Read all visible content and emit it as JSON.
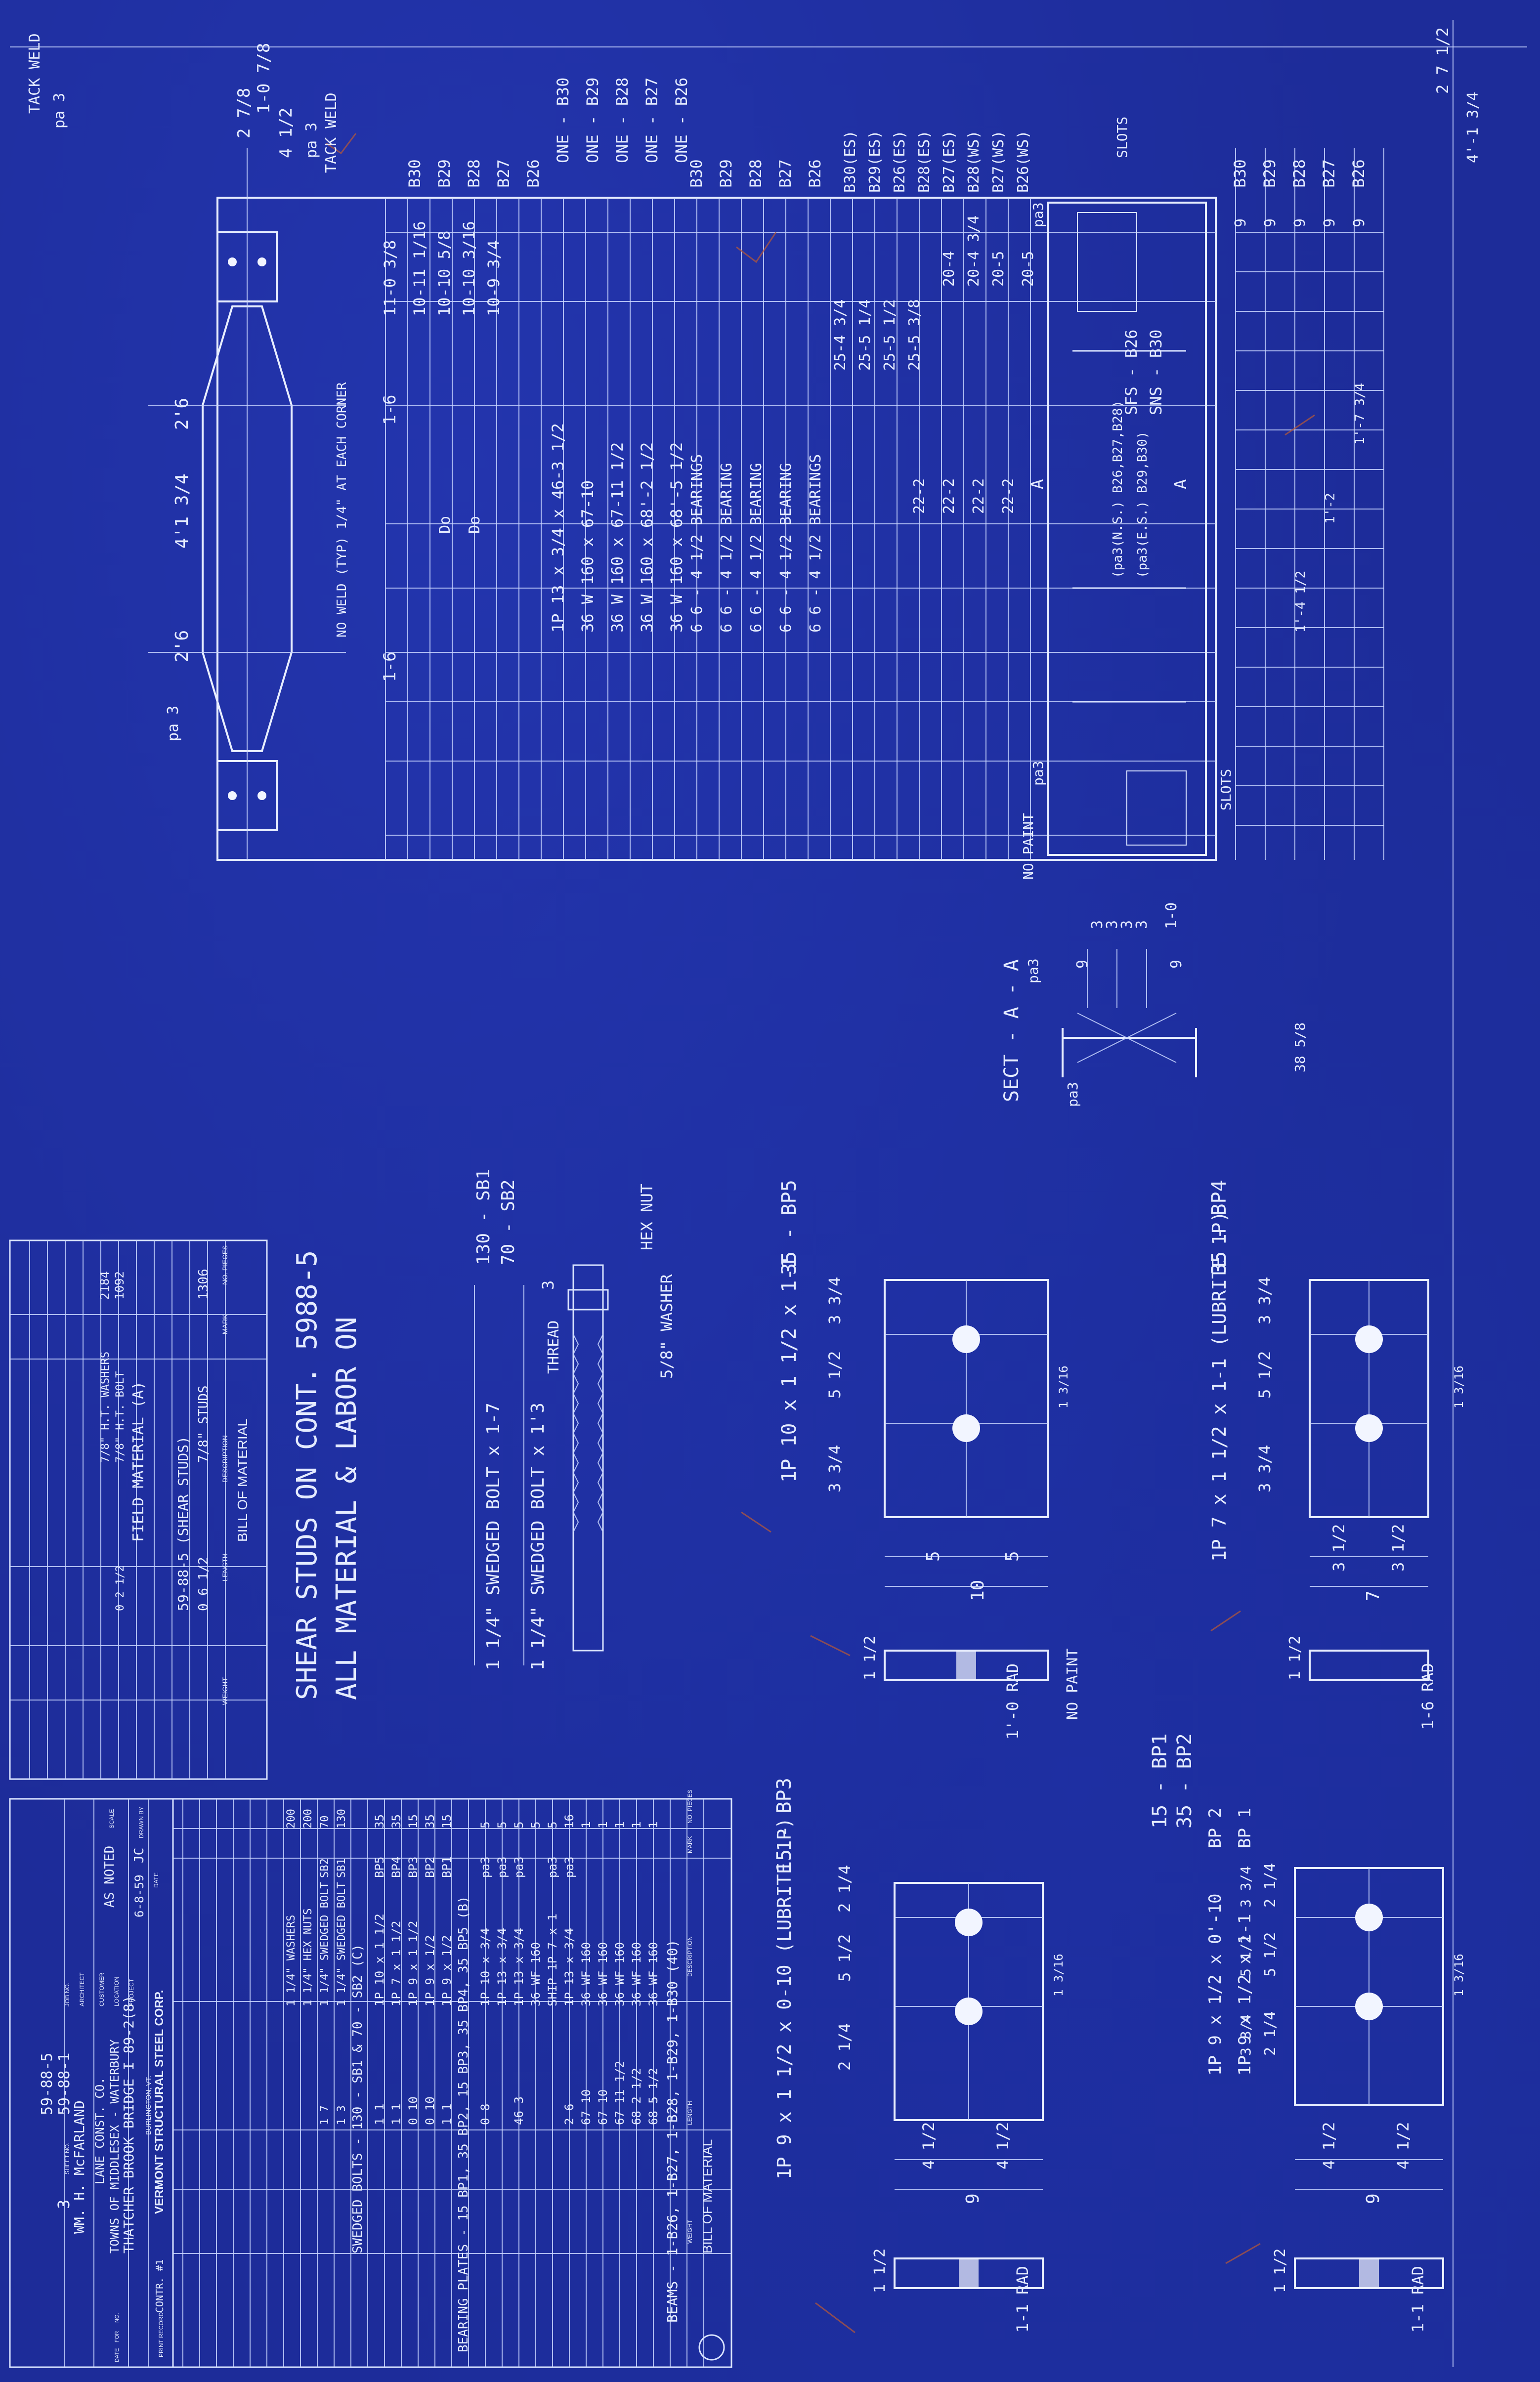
{
  "colors": {
    "paper": "#1d2c99",
    "line": "#e4ebff",
    "pencil": "#b0573c"
  },
  "beam_detail": {
    "top_dims": [
      "1-0 7/8",
      "2 7/8",
      "4 1/2"
    ],
    "left_labels": [
      "TACK WELD",
      "pa 3",
      "pa 3",
      "TACK WELD",
      "pa 3"
    ],
    "pa3": "pa3",
    "dim_26": "2'6",
    "dim_413": "4'1 3/4",
    "dim_16": "1-6",
    "no_weld_note": "NO WELD (TYP) 1/4\" AT EACH CORNER",
    "marks_left": [
      "B26",
      "B27",
      "B28",
      "B29",
      "B30"
    ],
    "marks_one": [
      "ONE - B26",
      "ONE - B27",
      "ONE - B28",
      "ONE - B29",
      "ONE - B30"
    ],
    "marks_mid": [
      "B26",
      "B27",
      "B28",
      "B29",
      "B30"
    ],
    "marks_mk": [
      "B26(WS)",
      "B27(WS)",
      "B28(WS)",
      "B27(ES)",
      "B28(ES)",
      "B26(ES)",
      "B29(ES)",
      "B30(ES)"
    ],
    "lengths_top": [
      "11-0 3/8",
      "10-11 1/16",
      "10-10 5/8",
      "10-10 3/16",
      "10-9 3/4"
    ],
    "sections": [
      "36 W 160 x 68'-5 1/2",
      "36 W 160 x 68'-2 1/2",
      "36 W 160 x 67-11 1/2",
      "36 W 160 x 67-10",
      "1P 13 x 3/4 x 46-3 1/2"
    ],
    "bearings": [
      "6 6 - 4  1/2 BEARINGS",
      "6 6 - 4  1/2 BEARING",
      "6 6 - 4 1/2 BEARING",
      "6 6 - 4  1/2 BEARING",
      "6 6 - 4 1/2 BEARINGS"
    ],
    "dim_205": [
      "20-5",
      "20-5",
      "20-4 3/4",
      "20-4"
    ],
    "dim_255": [
      "25-5 3/8",
      "25-5 1/2",
      "25-5 1/4",
      "25-4 3/4"
    ],
    "dim_222": [
      "22-2",
      "22-2",
      "22-2",
      "22-2"
    ],
    "dim_do": "Do",
    "split_labels": [
      "SFS - B26",
      "SNS - B30"
    ],
    "split_notes": [
      "(pa3(N.S.) B26,B27,B28)",
      "(pa3(E.S.) B29,B30)"
    ],
    "sect_label": "A",
    "no_paint": "NO PAINT",
    "slots": "SLOTS",
    "right_cols": [
      "B26",
      "B27",
      "B28",
      "B29",
      "B30"
    ],
    "right_nine": [
      "9",
      "9",
      "9",
      "9",
      "9"
    ],
    "right_top": [
      "2 7 1/2",
      "4'-1 3/4"
    ],
    "right_vals": [
      "1'-7 3/4",
      "1'-2",
      "1'-4 1/2"
    ]
  },
  "section_aa": {
    "title": "SECT - A - A",
    "dims": [
      "3",
      "3",
      "3",
      "3",
      "1-0"
    ],
    "nine": [
      "9",
      "9"
    ],
    "label_pa3": [
      "pa3",
      "pa3"
    ],
    "side": "38 5/8"
  },
  "plates": {
    "bp5": {
      "label": "35 - BP5",
      "desc": "1P 10 x 1 1/2 x 1-1",
      "dims": [
        "3 3/4",
        "5 1/2",
        "3 3/4"
      ],
      "bottom_dims": [
        "5",
        "5",
        "10"
      ],
      "thick": "1 1/2",
      "rad": "1'-0 RAD",
      "note": "NO PAINT",
      "hole": "1 3/16"
    },
    "bp4": {
      "label": "35 - BP4",
      "desc": "1P 7 x 1 1/2 x 1-1 (LUBRITE 1P)",
      "dims": [
        "3 3/4",
        "5 1/2",
        "3 3/4"
      ],
      "bottom_dims": [
        "3 1/2",
        "3 1/2",
        "7"
      ],
      "thick": "1 1/2",
      "rad": "1-6 RAD",
      "hole": "1 3/16"
    },
    "bp3": {
      "label": "15 - BP3",
      "desc": "1P 9 x 1 1/2 x 0-10 (LUBRITE 1P)",
      "dims": [
        "2 1/4",
        "5 1/2",
        "2 1/4"
      ],
      "bottom_dims": [
        "4 1/2",
        "4 1/2",
        "9"
      ],
      "thick": "1 1/2",
      "rad": "1-1 RAD",
      "hole": "1 3/16"
    },
    "bp12": {
      "label_a": "15 - BP1",
      "label_b": "35 - BP2",
      "rows": [
        "BP 1",
        "BP 2"
      ],
      "desc": "1P 9 x 1/2 x 1-1",
      "desc_b": "1P 9 x 1/2 x 0'-10",
      "dims": [
        "2 1/4",
        "5 1/2",
        "2 1/4"
      ],
      "dims_b": [
        "3 3/4",
        "5 1/2",
        "3 3/4"
      ],
      "bottom_dims": [
        "4 1/2",
        "4 1/2",
        "9"
      ],
      "thick": "1 1/2",
      "rad": "1-1 RAD",
      "hole": "1 3/16"
    }
  },
  "stud": {
    "hex_nut": "HEX NUT",
    "washer": "5/8\" WASHER",
    "thread": "THREAD",
    "thread_len": "3",
    "bolt_a": "1 1/4\" SWEDGED BOLT x 1'3",
    "bolt_b": "1 1/4\" SWEDGED BOLT x 1-7",
    "mark_a": "130 - SB1",
    "mark_b": "70 - SB2"
  },
  "note": {
    "line1": "ALL MATERIAL & LABOR ON",
    "line2": "SHEAR STUDS ON CONT. 5988-5"
  },
  "bom_small": {
    "header": "BILL OF MATERIAL",
    "cols": [
      "NO. PIECES",
      "MARK",
      "DESCRIPTION",
      "LENGTH",
      "WEIGHT"
    ],
    "rows": [
      {
        "pcs": "1306",
        "mark": "",
        "desc": "7/8\" STUDS",
        "len": "0 6 1/2"
      },
      {
        "pcs": "",
        "mark": "",
        "desc": "59-88-5 (SHEAR STUDS)",
        "len": ""
      },
      {
        "pcs": "",
        "mark": "",
        "desc": "FIELD MATERIAL (A)",
        "len": ""
      },
      {
        "pcs": "1092",
        "mark": "",
        "desc": "7/8\" H.T. BOLT",
        "len": "0 2 1/2"
      },
      {
        "pcs": "2184",
        "mark": "",
        "desc": "7/8\" H.T. WASHERS",
        "len": ""
      }
    ]
  },
  "bom_main": {
    "header": "BILL OF MATERIAL",
    "cols": [
      "NO. PIECES",
      "MARK",
      "DESCRIPTION",
      "LENGTH",
      "WEIGHT"
    ],
    "title_row": "BEAMS - 1-B26, 1-B27, 1-B28, 1-B29, 1-B30 (40)",
    "rows": [
      {
        "pcs": "1",
        "mark": "",
        "desc": "36 WF 160",
        "len": "68 5 1/2"
      },
      {
        "pcs": "1",
        "mark": "",
        "desc": "36 WF 160",
        "len": "68 2 1/2"
      },
      {
        "pcs": "1",
        "mark": "",
        "desc": "36 WF 160",
        "len": "67 11 1/2"
      },
      {
        "pcs": "1",
        "mark": "",
        "desc": "36 WF 160",
        "len": "67 10"
      },
      {
        "pcs": "1",
        "mark": "",
        "desc": "36 WF 160",
        "len": "67 10"
      },
      {
        "pcs": "16",
        "mark": "pa3",
        "desc": "1P 13 x 3/4",
        "len": "2 6"
      },
      {
        "pcs": "5",
        "mark": "pa3",
        "desc": "SHIP 1P 7 x 1",
        "len": ""
      },
      {
        "pcs": "5",
        "mark": "",
        "desc": "36 WF 160",
        "len": ""
      },
      {
        "pcs": "5",
        "mark": "pa3",
        "desc": "1P 13 x 3/4",
        "len": "46 3"
      },
      {
        "pcs": "5",
        "mark": "pa3",
        "desc": "1P 13 x 3/4",
        "len": ""
      },
      {
        "pcs": "5",
        "mark": "pa3",
        "desc": "1P 10 x 3/4",
        "len": "0 8"
      }
    ],
    "bearing_title": "BEARING PLATES - 15 BP1, 35 BP2, 15 BP3, 35 BP4, 35 BP5 (B)",
    "bearing_rows": [
      {
        "pcs": "15",
        "mark": "BP1",
        "desc": "1P 9 x 1/2",
        "len": "1 1"
      },
      {
        "pcs": "35",
        "mark": "BP2",
        "desc": "1P 9 x 1/2",
        "len": "0 10"
      },
      {
        "pcs": "15",
        "mark": "BP3",
        "desc": "1P 9 x 1 1/2",
        "len": "0 10"
      },
      {
        "pcs": "35",
        "mark": "BP4",
        "desc": "1P 7 x 1 1/2",
        "len": "1 1"
      },
      {
        "pcs": "35",
        "mark": "BP5",
        "desc": "1P 10 x 1 1/2",
        "len": "1 1"
      }
    ],
    "bolt_title": "SWEDGED BOLTS - 130 - SB1 & 70 - SB2 (C)",
    "bolt_rows": [
      {
        "pcs": "130",
        "mark": "SB1",
        "desc": "1 1/4\" SWEDGED BOLT",
        "len": "1 3"
      },
      {
        "pcs": "70",
        "mark": "SB2",
        "desc": "1 1/4\" SWEDGED BOLT",
        "len": "1 7"
      },
      {
        "pcs": "200",
        "mark": "",
        "desc": "1 1/4\" HEX NUTS",
        "len": ""
      },
      {
        "pcs": "200",
        "mark": "",
        "desc": "1 1/4\" WASHERS",
        "len": ""
      }
    ]
  },
  "title_block": {
    "company": "VERMONT STRUCTURAL STEEL CORP.",
    "city": "BURLINGTON, VT.",
    "project_label": "PROJECT",
    "project": "THATCHER BROOK BRIDGE I 89-2(8)",
    "location_label": "LOCATION",
    "location": "TOWNS OF MIDDLESEX - WATERBURY",
    "customer_label": "CUSTOMER",
    "customer": "LANE CONST. CO.",
    "architect_label": "ARCHITECT",
    "architect": "WM. H. McFARLAND",
    "job_label": "JOB NO.",
    "job": "59-88-1",
    "job2": "59-88-5",
    "sheet_label": "SHEET NO.",
    "sheet": "3",
    "scale_label": "SCALE",
    "scale": "AS NOTED",
    "drawn_label": "DRAWN BY",
    "drawn": "JC",
    "date_label": "DATE",
    "date": "6-8-59",
    "contract": "CONTR. #1",
    "print_record": "PRINT RECORD",
    "pr_cols": [
      "NO.",
      "FOR",
      "DATE"
    ]
  }
}
